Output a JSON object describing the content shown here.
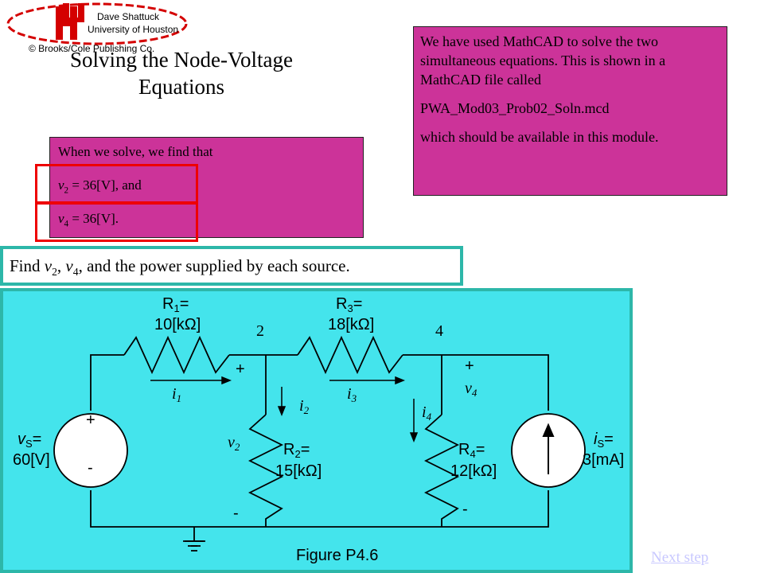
{
  "logo": {
    "monogram": "UH",
    "author": "Dave Shattuck",
    "institution": "University of Houston",
    "publisher": "© Brooks/Cole Publishing Co."
  },
  "title": {
    "line1": "Solving the Node-Voltage",
    "line2": "Equations"
  },
  "info": {
    "line1": "We have used MathCAD to solve the two simultaneous equations.  This is shown in a MathCAD file called",
    "filename": "PWA_Mod03_Prob02_Soln.mcd",
    "line3": "which should be available in this module."
  },
  "result": {
    "intro": "When we solve, we find that",
    "v2_var": "v",
    "v2_sub": "2",
    "v2_rest": " = 36[V], and",
    "v4_var": "v",
    "v4_sub": "4",
    "v4_rest": " = 36[V]."
  },
  "problem": {
    "p1": "Find ",
    "v": "v",
    "sub2": "2",
    "comma1": ", ",
    "sub4": "4",
    "p2": ", and the power supplied by each source."
  },
  "circuit": {
    "caption": "Figure P4.6",
    "node2": "2",
    "node4": "4",
    "R1_label": "R",
    "R1_sub": "1",
    "R1_eq": "=",
    "R1_value": "10[kΩ]",
    "R3_label": "R",
    "R3_sub": "3",
    "R3_eq": "=",
    "R3_value": "18[kΩ]",
    "R2_label": "R",
    "R2_sub": "2",
    "R2_eq": "=",
    "R2_value": "15[kΩ]",
    "R4_label": "R",
    "R4_sub": "4",
    "R4_eq": "=",
    "R4_value": "12[kΩ]",
    "vs_var": "v",
    "vs_sub": "S",
    "vs_eq": "=",
    "vs_value": "60[V]",
    "is_var": "i",
    "is_sub": "S",
    "is_eq": "=",
    "is_value": "3[mA]",
    "i1": "i",
    "i1_sub": "1",
    "i2": "i",
    "i2_sub": "2",
    "i3": "i",
    "i3_sub": "3",
    "i4": "i",
    "i4_sub": "4",
    "v2": "v",
    "v2_sub": "2",
    "v4": "v",
    "v4_sub": "4",
    "plus": "+",
    "minus": "-"
  },
  "nav": {
    "next_step": "Next step"
  },
  "colors": {
    "magenta": "#cc3399",
    "cyan_panel": "#44e4ec",
    "teal_border": "#2db7a9",
    "highlight_red": "#ee0000",
    "logo_red": "#d40000",
    "link": "#c8c8ff"
  }
}
